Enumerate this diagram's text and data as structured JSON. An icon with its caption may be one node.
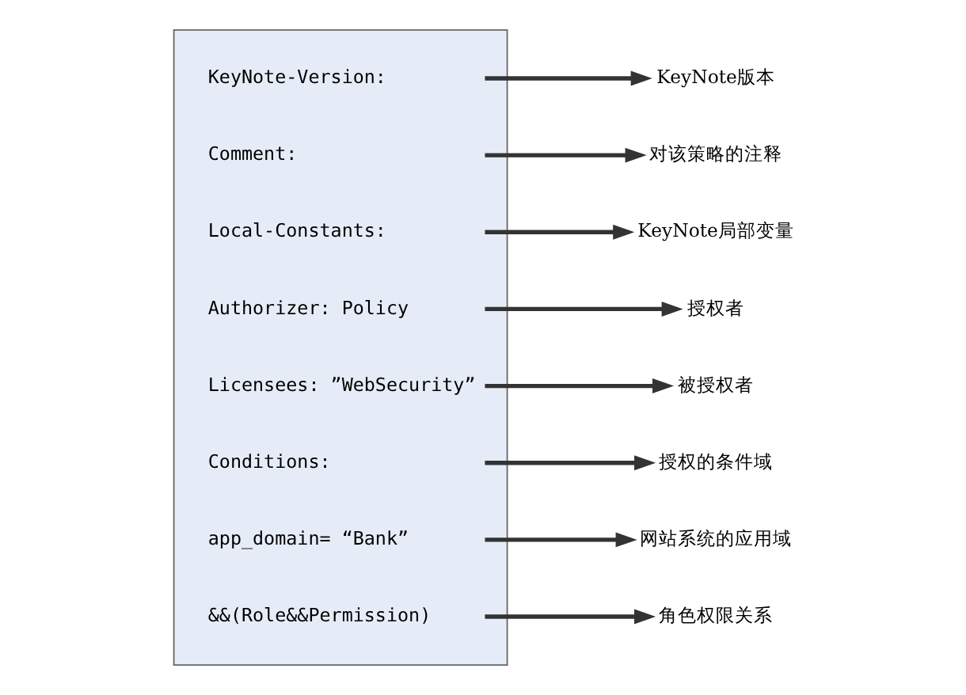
{
  "diagram": {
    "nodes": [
      {
        "text": [],
        "shape": "box"
      },
      {
        "text": [
          "KeyNote-Version:"
        ],
        "in": 0
      },
      {
        "text": [
          "Comment:"
        ],
        "in": 0
      },
      {
        "text": [
          "Local-Constants:"
        ],
        "in": 0
      },
      {
        "text": [
          "Authorizer: Policy"
        ],
        "in": 0
      },
      {
        "text": [
          "Licensees: ”WebSecurity”"
        ],
        "in": 0
      },
      {
        "text": [
          "Conditions:"
        ],
        "in": 0
      },
      {
        "text": [
          "app_domain= “Bank”"
        ],
        "in": 0
      },
      {
        "text": [
          "&&(Role&&Permission)"
        ],
        "in": 0
      },
      {
        "text": [
          "KeyNote版本"
        ]
      },
      {
        "text": [
          "对该策略的注释"
        ]
      },
      {
        "text": [
          "KeyNote局部变量"
        ]
      },
      {
        "text": [
          "授权者"
        ]
      },
      {
        "text": [
          "被授权者"
        ]
      },
      {
        "text": [
          "授权的条件域"
        ]
      },
      {
        "text": [
          "网站系统的应用域"
        ]
      },
      {
        "text": [
          "角色权限关系"
        ]
      }
    ],
    "edges": [
      {
        "from": 1,
        "to": 9,
        "arrow": "to"
      },
      {
        "from": 2,
        "to": 10,
        "arrow": "to"
      },
      {
        "from": 3,
        "to": 11,
        "arrow": "to"
      },
      {
        "from": 4,
        "to": 12,
        "arrow": "to"
      },
      {
        "from": 5,
        "to": 13,
        "arrow": "to"
      },
      {
        "from": 6,
        "to": 14,
        "arrow": "to"
      },
      {
        "from": 7,
        "to": 15,
        "arrow": "to"
      },
      {
        "from": 8,
        "to": 16,
        "arrow": "to"
      }
    ]
  }
}
